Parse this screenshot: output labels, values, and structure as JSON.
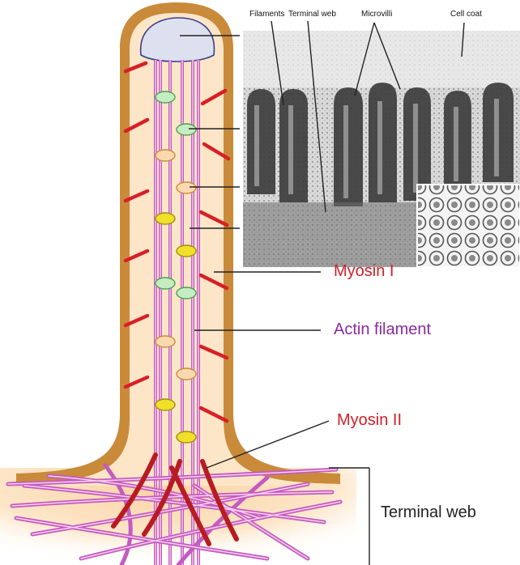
{
  "labels": {
    "myosin_1": "Myosin I",
    "actin_filament": "Actin filament",
    "myosin_2": "Myosin II",
    "terminal_web": "Terminal web"
  },
  "micrograph_labels": {
    "filaments": "Filaments",
    "terminal_web": "Terminal web",
    "microvilli": "Microvilli",
    "cell_coat": "Cell coat"
  },
  "colors": {
    "membrane": "#c98a3a",
    "cytoplasm": "#fde6c8",
    "actin": "#c45bc0",
    "myosin": "#d81f26",
    "cap": "#dde0ee",
    "green_protein": "#c6ecc4",
    "tan_protein": "#fbd9b0",
    "yellow_protein": "#f0e02a",
    "myosin_label": "#d0202a",
    "actin_label": "#8a2aa0"
  }
}
